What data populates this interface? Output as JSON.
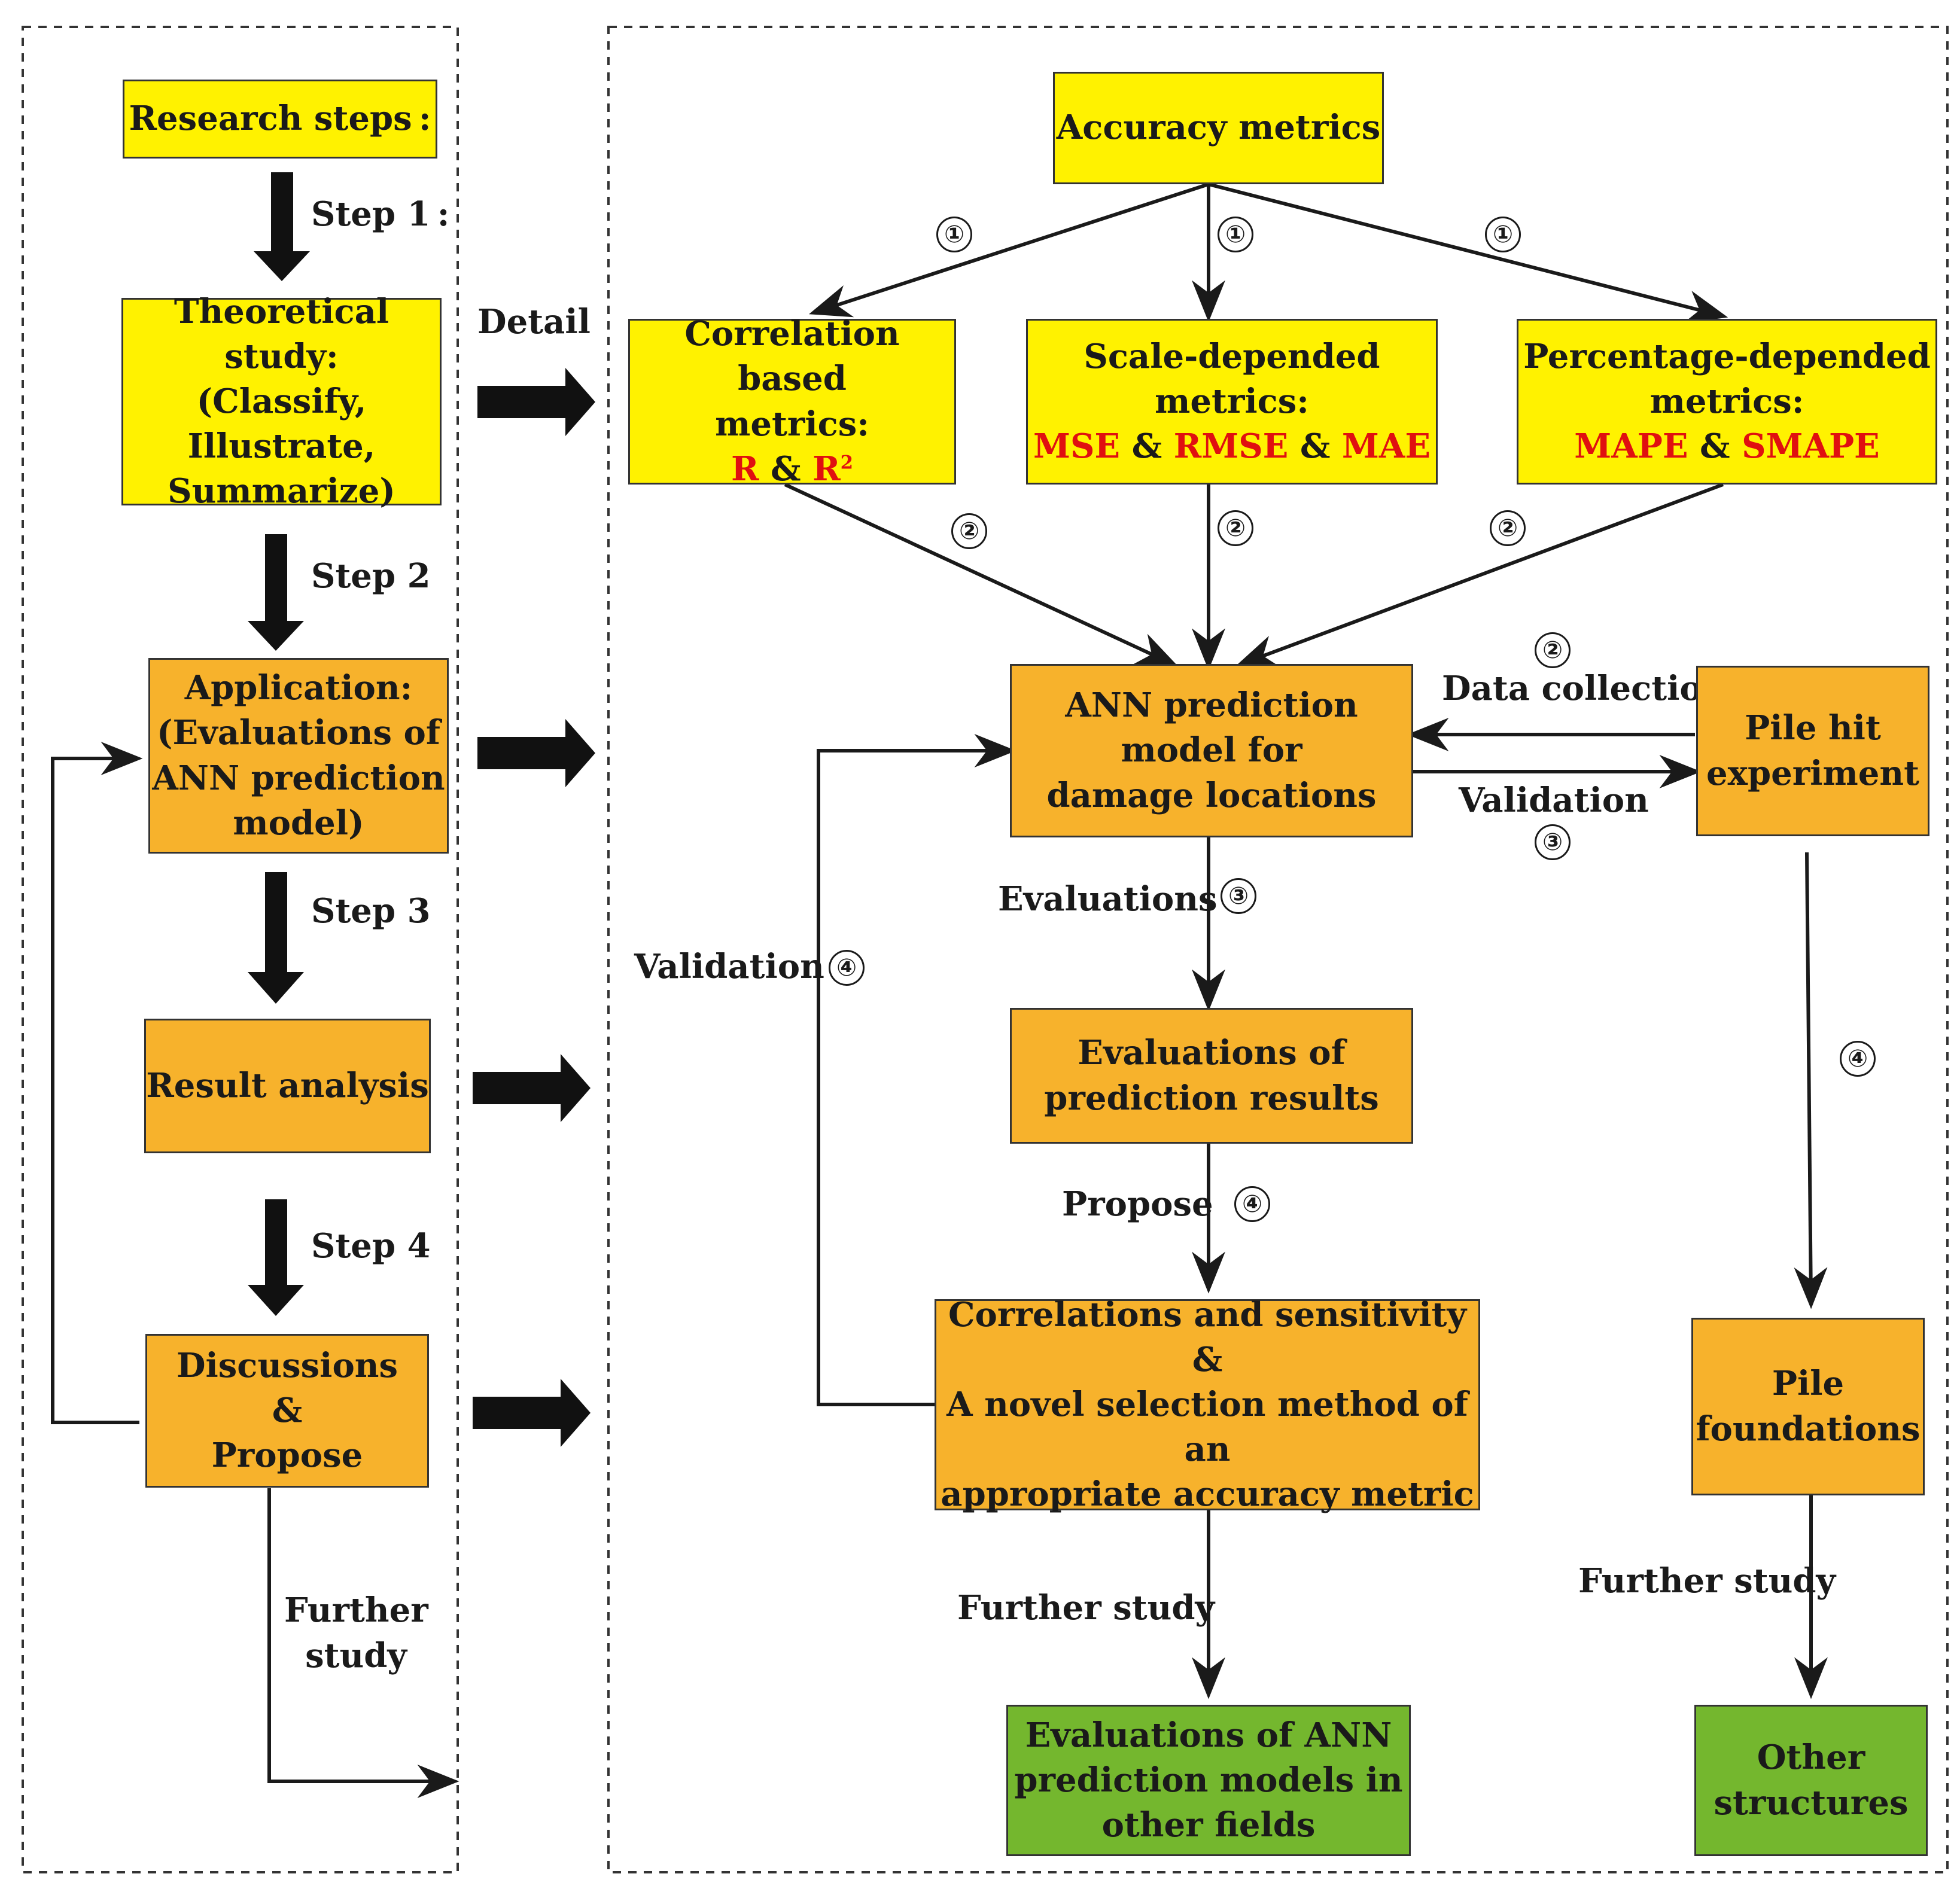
{
  "left_panel": {
    "research_steps": "Research steps :",
    "step1_label": "Step 1 :",
    "theoretical": [
      "Theoretical study:",
      "(Classify,",
      "Illustrate,",
      "Summarize)"
    ],
    "step2_label": "Step 2",
    "application": [
      "Application:",
      "(Evaluations of",
      "ANN prediction",
      "model)"
    ],
    "step3_label": "Step 3",
    "result_analysis": "Result analysis",
    "step4_label": "Step 4",
    "discussions": [
      "Discussions",
      "&",
      "Propose"
    ],
    "further_study": [
      "Further",
      "study"
    ]
  },
  "detail_label": "Detail",
  "right_panel": {
    "accuracy_metrics": "Accuracy metrics",
    "correlation": {
      "lines": [
        "Correlation based",
        "metrics:"
      ],
      "m1": "R",
      "amp": "&",
      "m2_base": "R",
      "m2_sup": "2"
    },
    "scale": {
      "lines": [
        "Scale-depended",
        "metrics:"
      ],
      "m1": "MSE",
      "m2": "RMSE",
      "m3": "MAE",
      "amp": "&"
    },
    "percentage": {
      "lines": [
        "Percentage-depended",
        "metrics:"
      ],
      "m1": "MAPE",
      "m2": "SMAPE",
      "amp": "&"
    },
    "ann_model": [
      "ANN prediction",
      "model for",
      "damage locations"
    ],
    "pile_hit": [
      "Pile hit",
      "experiment"
    ],
    "data_collection": "Data collection",
    "validation_right": "Validation",
    "evaluations_label": "Evaluations",
    "validation_left": "Validation",
    "eval_results": [
      "Evaluations of",
      "prediction results"
    ],
    "propose_label": "Propose",
    "correlations_box": [
      "Correlations and sensitivity",
      "&",
      "A novel selection method of an",
      "appropriate accuracy metric"
    ],
    "pile_foundations": [
      "Pile",
      "foundations"
    ],
    "further_study_mid": "Further study",
    "further_study_right": "Further study",
    "eval_other": [
      "Evaluations of ANN",
      "prediction models in",
      "other fields"
    ],
    "other_structures": [
      "Other",
      "structures"
    ]
  },
  "step_numbers": {
    "one": "①",
    "two": "②",
    "three": "③",
    "four": "④"
  },
  "colors": {
    "yellow": "#fff200",
    "orange": "#f7b22c",
    "green": "#74b72e",
    "metric_red": "#e01010",
    "ink": "#1a1a1a"
  }
}
